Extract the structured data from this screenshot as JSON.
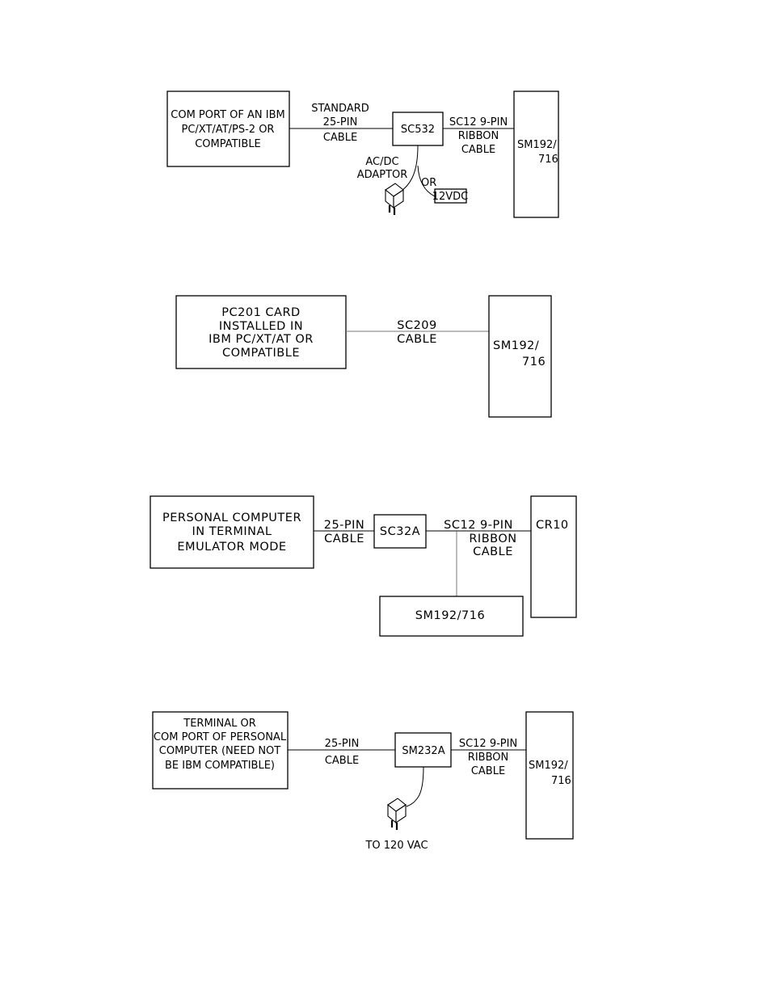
{
  "colors": {
    "line": "#000000",
    "grey_line": "#777777",
    "background": "#ffffff"
  },
  "diagram1": {
    "computer": [
      "COM PORT OF AN IBM",
      "PC/XT/AT/PS-2 OR",
      "COMPATIBLE"
    ],
    "cable1": [
      "STANDARD",
      "25-PIN",
      "CABLE"
    ],
    "interface": "SC532",
    "cable2": [
      "SC12 9-PIN",
      "RIBBON",
      "CABLE"
    ],
    "module": [
      "SM192/",
      "716"
    ],
    "adaptor": [
      "AC/DC",
      "ADAPTOR"
    ],
    "or_label": "OR",
    "dc_label": "12VDC",
    "adaptor_icon": "wall-adaptor-icon"
  },
  "diagram2": {
    "computer": [
      "PC201 CARD",
      "INSTALLED IN",
      "IBM PC/XT/AT OR",
      "COMPATIBLE"
    ],
    "cable": [
      "SC209",
      "CABLE"
    ],
    "module": [
      "SM192/",
      "716"
    ]
  },
  "diagram3": {
    "computer": [
      "PERSONAL COMPUTER",
      "IN TERMINAL",
      "EMULATOR MODE"
    ],
    "cable1": [
      "25-PIN",
      "CABLE"
    ],
    "interface": "SC32A",
    "cable2": [
      "SC12 9-PIN",
      "RIBBON",
      "CABLE"
    ],
    "logger": "CR10",
    "module": "SM192/716"
  },
  "diagram4": {
    "computer": [
      "TERMINAL OR",
      "COM PORT OF PERSONAL",
      "COMPUTER (NEED NOT",
      "BE IBM COMPATIBLE)"
    ],
    "cable1": [
      "25-PIN",
      "CABLE"
    ],
    "interface": "SM232A",
    "cable2": [
      "SC12 9-PIN",
      "RIBBON",
      "CABLE"
    ],
    "module": [
      "SM192/",
      "716"
    ],
    "power": "TO 120 VAC",
    "adaptor_icon": "wall-adaptor-icon"
  }
}
